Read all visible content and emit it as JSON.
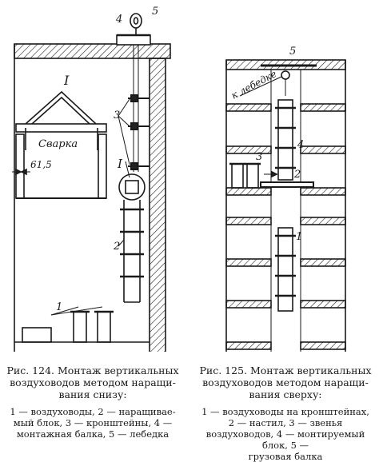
{
  "figure_124": {
    "labels": {
      "I_top": "I",
      "I_detail": "I",
      "svarka": "Сварка",
      "dim": "61,5",
      "n1": "1",
      "n2": "2",
      "n3": "3",
      "n4": "4",
      "n5": "5"
    },
    "caption": "Рис. 124. Монтаж вертикальных воздуховодов методом наращивания снизу:",
    "caption_line1": "Рис. 124. Монтаж вертикальных",
    "caption_line2": "воздуховодов методом наращи-",
    "caption_line3": "вания снизу:",
    "legend_line1": "1 — воздуховоды, 2 — наращивае-",
    "legend_line2": "мый блок, 3 — кронштейны, 4 —",
    "legend_line3": "монтажная балка, 5 — лебедка"
  },
  "figure_125": {
    "labels": {
      "lebedke": "к лебедке",
      "n1": "1",
      "n2": "2",
      "n3": "3",
      "n4": "4",
      "n5": "5"
    },
    "caption_line1": "Рис. 125. Монтаж вертикальных",
    "caption_line2": "воздуховодов методом наращи-",
    "caption_line3": "вания сверху:",
    "legend_line1": "1 — воздуховоды на кронштейнах,",
    "legend_line2": "2 — настил, 3 — звенья воздуховодов, 4 — монтируемый блок, 5 —",
    "legend_line3": "грузовая балка"
  }
}
